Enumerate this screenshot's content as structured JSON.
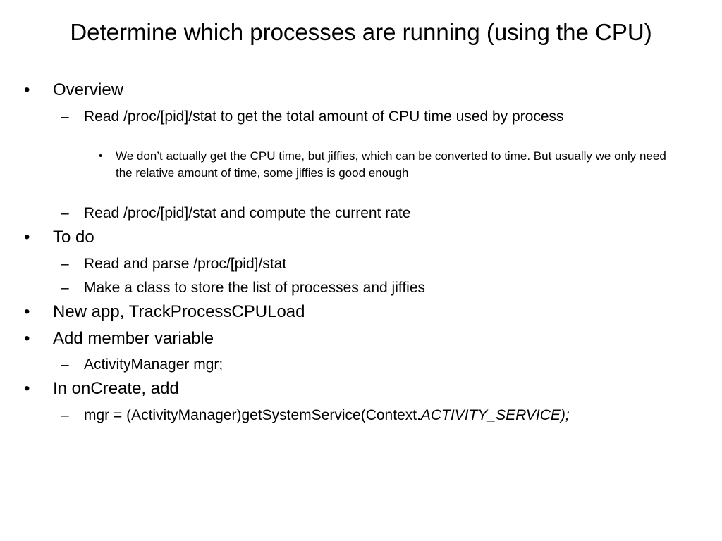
{
  "slide": {
    "title": "Determine which processes are running (using the CPU)",
    "markers": {
      "bullet": "•",
      "dash": "–"
    },
    "items": [
      {
        "text": "Overview"
      },
      {
        "text": "Read /proc/[pid]/stat to get the total amount of CPU time used by process"
      },
      {
        "text": "We don’t actually get the CPU time, but jiffies, which can be converted to time. But usually we only need the relative amount of time, some jiffies is good enough"
      },
      {
        "text": "Read /proc/[pid]/stat and compute the current rate"
      },
      {
        "text": "To do"
      },
      {
        "text": "Read and parse /proc/[pid]/stat"
      },
      {
        "text": "Make a class to store the list of processes and jiffies"
      },
      {
        "text": "New app, TrackProcessCPULoad"
      },
      {
        "text": "Add member variable"
      },
      {
        "text": "ActivityManager mgr;"
      },
      {
        "text": "In onCreate, add"
      },
      {
        "text": "mgr = (ActivityManager)getSystemService(Context.",
        "text_italic": "ACTIVITY_SERVICE);"
      }
    ]
  }
}
